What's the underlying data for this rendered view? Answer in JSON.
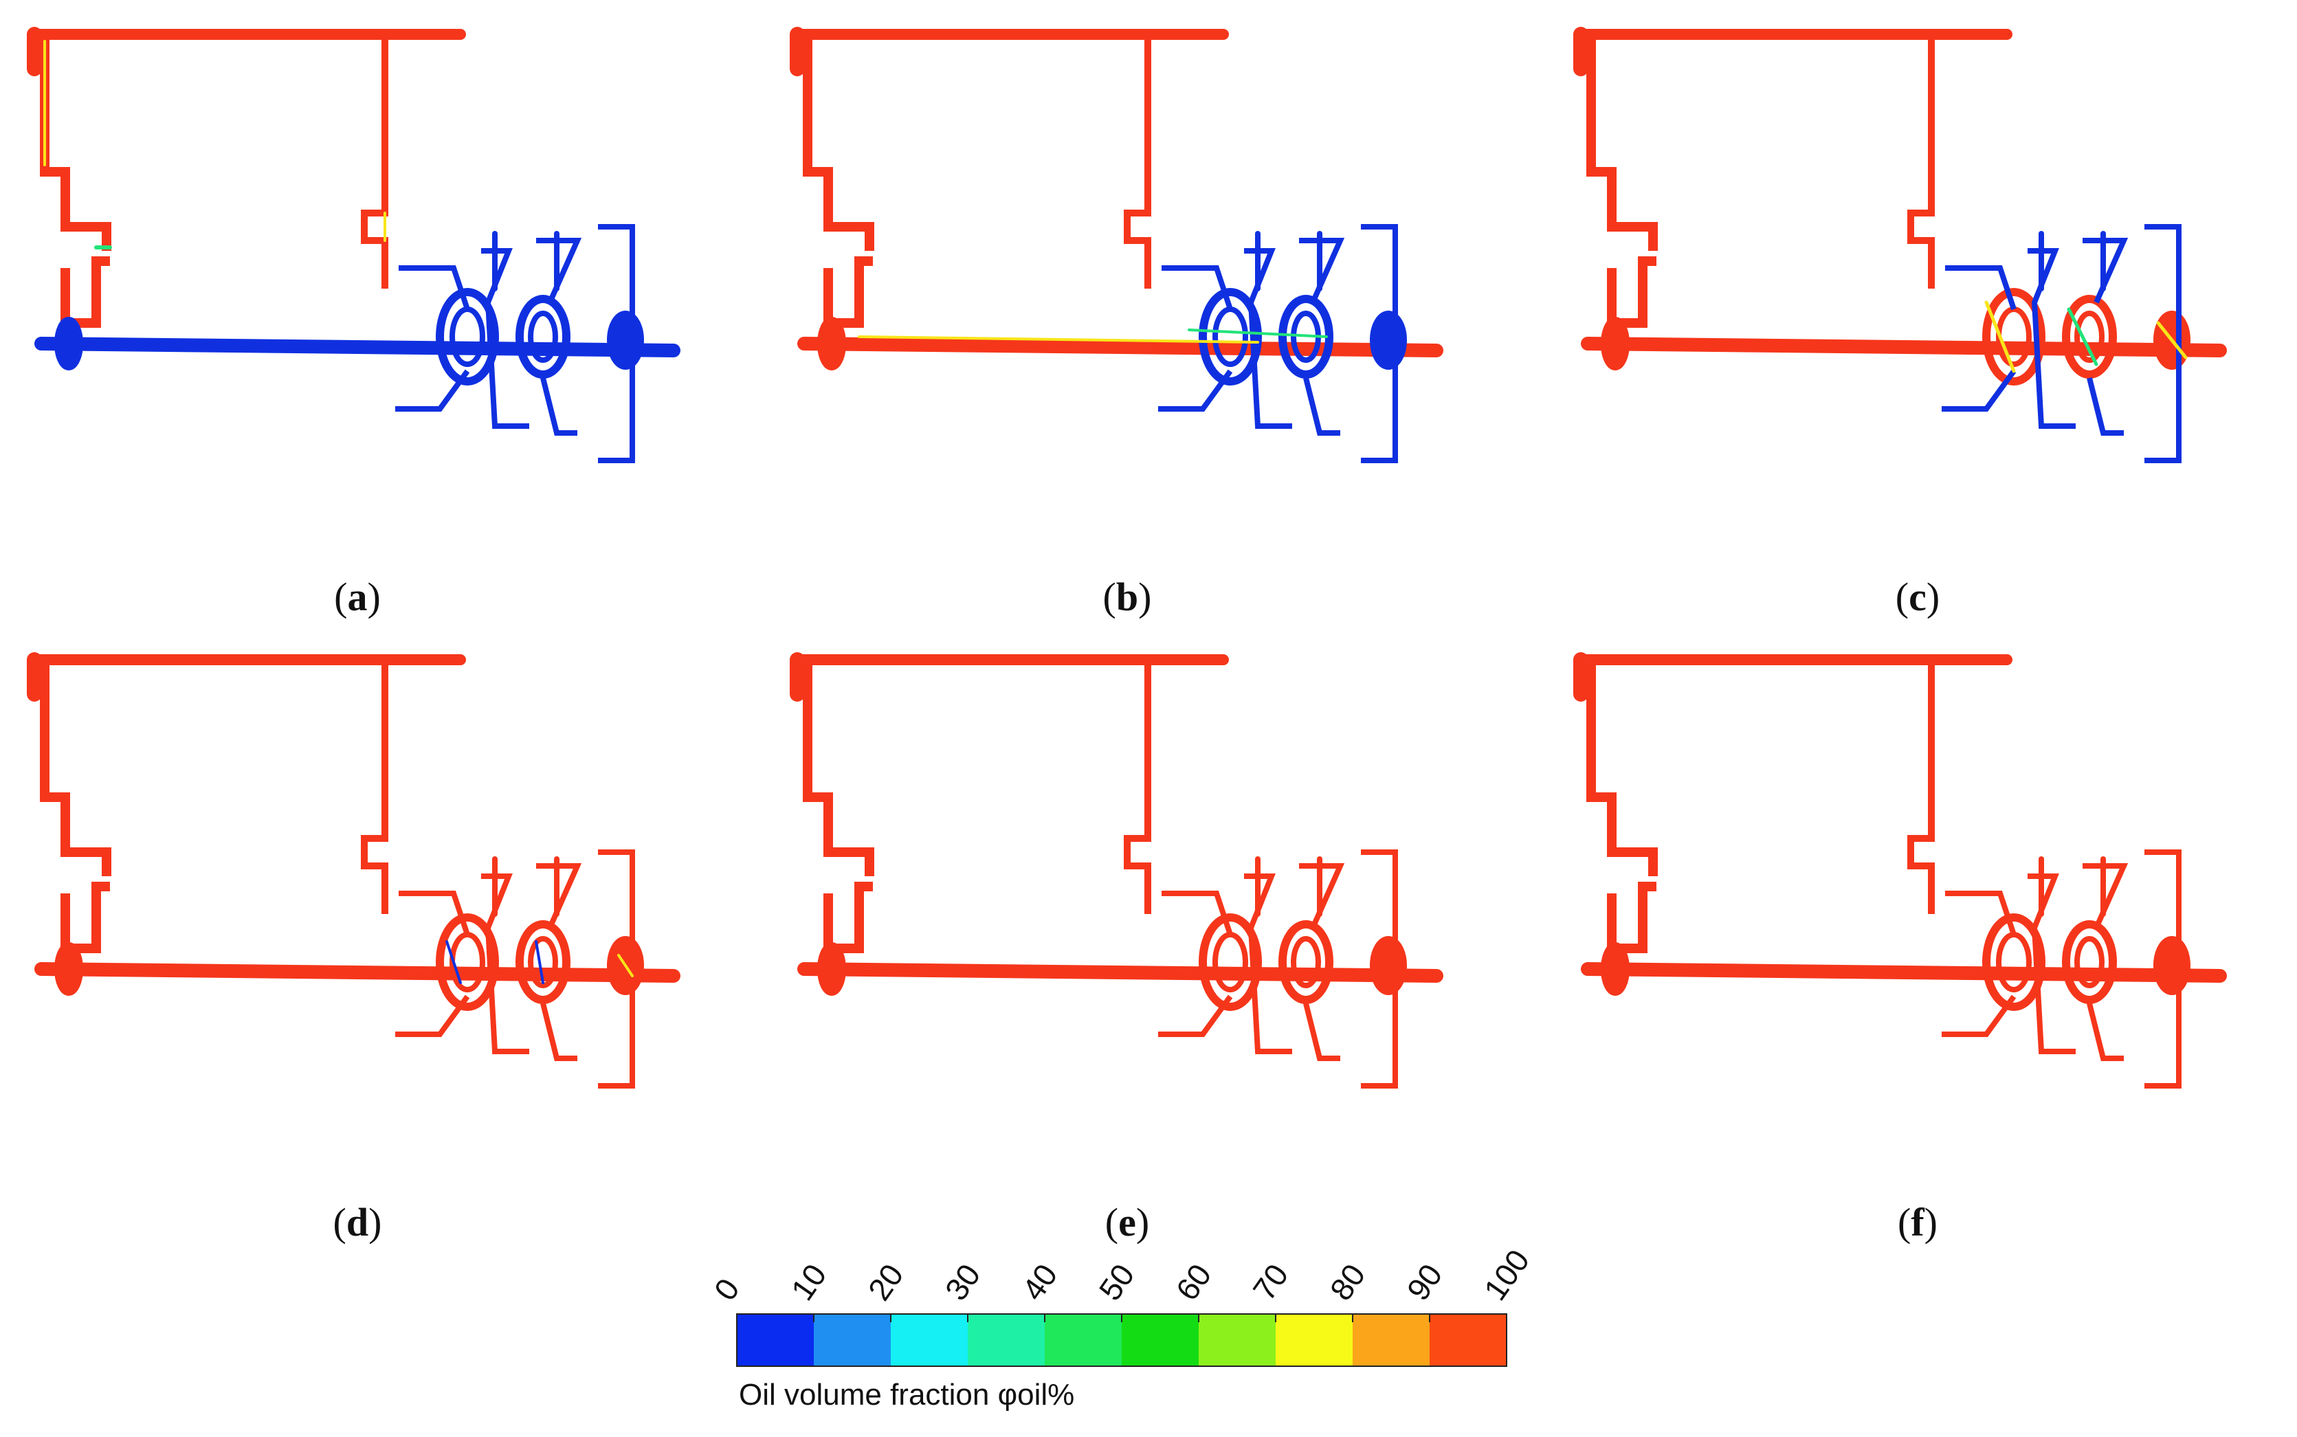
{
  "panels": [
    {
      "id": "a",
      "caption_open": "(",
      "caption_letter": "a",
      "caption_close": ")",
      "state": "empty"
    },
    {
      "id": "b",
      "caption_open": "(",
      "caption_letter": "b",
      "caption_close": ")",
      "state": "shaft-filled"
    },
    {
      "id": "c",
      "caption_open": "(",
      "caption_letter": "c",
      "caption_close": ")",
      "state": "bearings-filling"
    },
    {
      "id": "d",
      "caption_open": "(",
      "caption_letter": "d",
      "caption_close": ")",
      "state": "mostly-filled"
    },
    {
      "id": "e",
      "caption_open": "(",
      "caption_letter": "e",
      "caption_close": ")",
      "state": "filled"
    },
    {
      "id": "f",
      "caption_open": "(",
      "caption_letter": "f",
      "caption_close": ")",
      "state": "filled"
    }
  ],
  "colorbar": {
    "label": "Oil volume fraction φoil%",
    "ticks": [
      "0",
      "10",
      "20",
      "30",
      "40",
      "50",
      "60",
      "70",
      "80",
      "90",
      "100"
    ],
    "colors": [
      "#0a2cf0",
      "#1f8ff2",
      "#14f0f4",
      "#1ef0a6",
      "#1fe85a",
      "#14dc14",
      "#8cf01c",
      "#f6fa16",
      "#fba51b",
      "#fc4a14"
    ]
  },
  "colors": {
    "oil": "#f5361b",
    "air": "#1030e0",
    "mix_mid": "#f8e51a",
    "mix_low": "#22e37a"
  }
}
